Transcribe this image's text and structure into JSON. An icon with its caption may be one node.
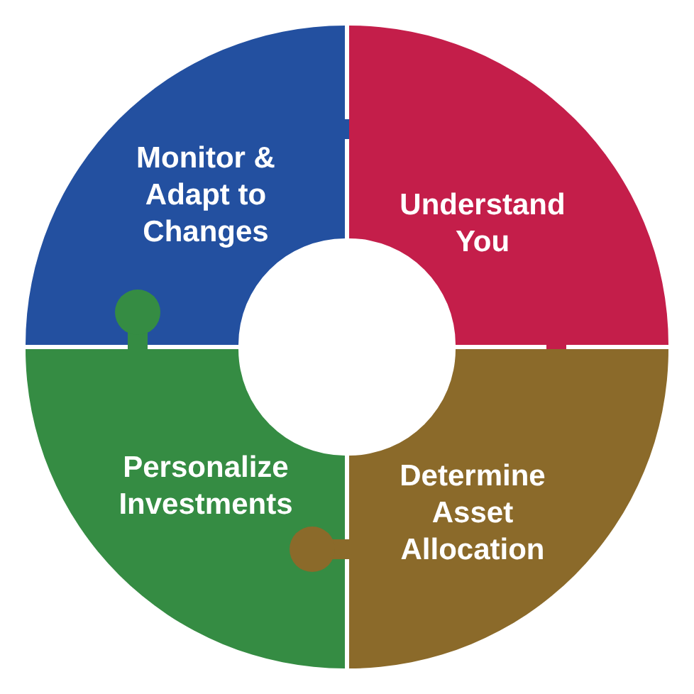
{
  "diagram": {
    "nodes": [
      {
        "text": [
          "Monitor & Adapt to Changes"
        ]
      },
      {
        "text": [
          "Understand You"
        ]
      },
      {
        "text": [
          "Personalize Investments"
        ]
      },
      {
        "text": [
          "Determine Asset Allocation"
        ]
      }
    ]
  }
}
